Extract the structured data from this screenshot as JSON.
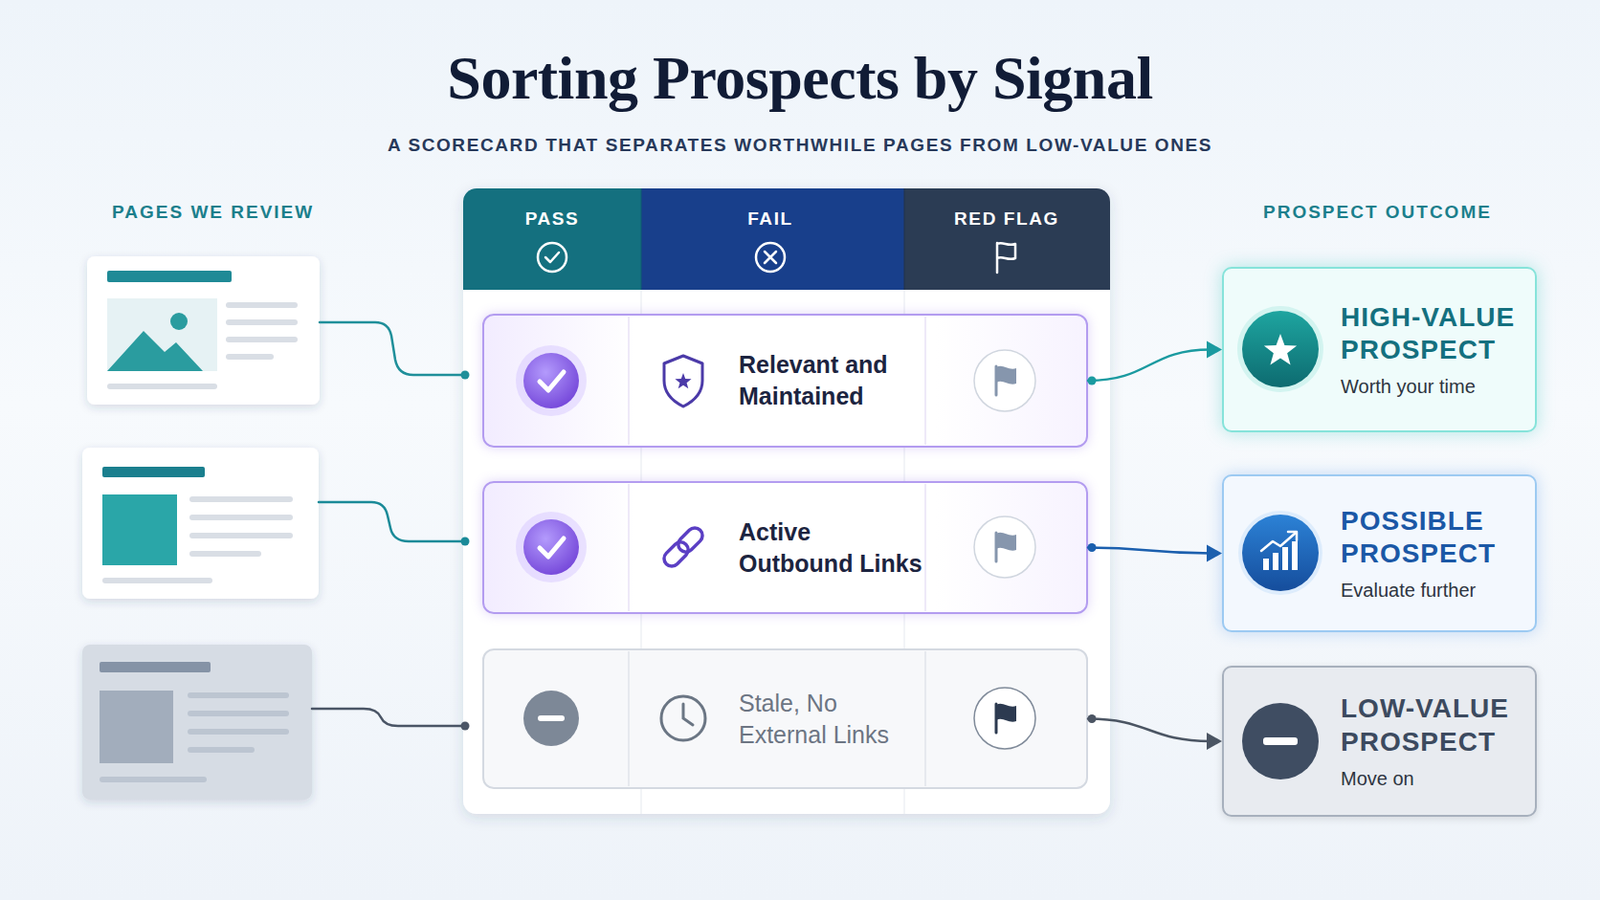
{
  "diagram": {
    "title": "Sorting Prospects by Signal",
    "nodes": [
      {
        "text": [
          "Relevant and Maintained"
        ]
      },
      {
        "text": [
          "Active Outbound Links"
        ]
      },
      {
        "text": [
          "Stale, No External Links"
        ]
      },
      {
        "text": [
          "HIGH-VALUE PROSPECT",
          "Worth your time"
        ]
      },
      {
        "text": [
          "POSSIBLE PROSPECT",
          "Evaluate further"
        ]
      },
      {
        "text": [
          "LOW-VALUE PROSPECT",
          "Move on"
        ]
      }
    ],
    "edges": [
      {
        "from": 0,
        "to": 3,
        "arrow": "to"
      },
      {
        "from": 1,
        "to": 4,
        "arrow": "to"
      },
      {
        "from": 2,
        "to": 5,
        "arrow": "to"
      }
    ],
    "labels": [
      "A SCORECARD THAT SEPARATES WORTHWHILE PAGES FROM LOW-VALUE ONES",
      "PAGES WE REVIEW",
      "PROSPECT OUTCOME",
      "PASS",
      "FAIL",
      "RED FLAG"
    ]
  }
}
